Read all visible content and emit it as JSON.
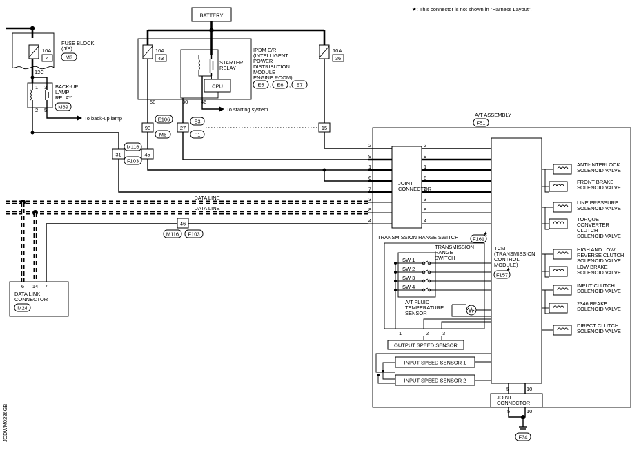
{
  "note": "★: This connector is not shown in \"Harness Layout\".",
  "battery": "BATTERY",
  "fuse_block": {
    "l1": "FUSE BLOCK",
    "l2": "(J/B)",
    "fuse_rating": "10A",
    "fuse_no": "4",
    "conn": "M3",
    "pin": "12C"
  },
  "ipdm": {
    "l1": "IPDM E/R",
    "l2": "(INTELLIGENT",
    "l3": "POWER",
    "l4": "DISTRIBUTION",
    "l5": "MODULE",
    "l6": "ENGINE ROOM)",
    "conn1": "E5",
    "conn2": "E6",
    "conn3": "E7",
    "fuse1_rating": "10A",
    "fuse1_no": "43",
    "fuse2_rating": "10A",
    "fuse2_no": "36",
    "relay_l1": "STARTER",
    "relay_l2": "RELAY",
    "cpu": "CPU",
    "pin58": "58",
    "pin30": "30",
    "pin46": "46",
    "to_starting": "To starting system"
  },
  "backup_relay": {
    "l1": "BACK-UP",
    "l2": "LAMP",
    "l3": "RELAY",
    "conn": "M69",
    "pin1": "1",
    "pin2": "2",
    "pin3": "3",
    "pin5": "5",
    "to_lamp": "To back-up lamp"
  },
  "intermediate": {
    "pin93": "93",
    "pin27": "27",
    "pin15": "15",
    "pin31": "31",
    "pin45": "45",
    "pin46": "46",
    "c_e106": "E106",
    "c_m6": "M6",
    "c_e3": "E3",
    "c_f1": "F1",
    "c_m116": "M116",
    "c_f103": "F103",
    "c_m116b": "M116",
    "c_f103b": "F103"
  },
  "data_lines": [
    "DATA LINE",
    "DATA LINE"
  ],
  "at_assembly": {
    "title": "A/T ASSEMBLY",
    "conn": "F51",
    "pins": [
      "2",
      "9",
      "1",
      "6",
      "7",
      "3",
      "8",
      "4"
    ]
  },
  "joint_connector": {
    "l1": "JOINT",
    "l2": "CONNECTOR"
  },
  "joint_connector2": {
    "l1": "JOINT",
    "l2": "CONNECTOR",
    "pin5": "5",
    "pin10": "10",
    "ground": "F34"
  },
  "tcm": {
    "l1": "TCM",
    "l2": "(TRANSMISSION",
    "l3": "CONTROL",
    "l4": "MODULE)",
    "star": "★",
    "conn": "F157"
  },
  "solenoids": [
    {
      "l1": "ANTI-INTERLOCK",
      "l2": "SOLENOID VALVE"
    },
    {
      "l1": "FRONT BRAKE",
      "l2": "SOLENOID VALVE"
    },
    {
      "l1": "LINE PRESSURE",
      "l2": "SOLENOID VALVE"
    },
    {
      "l1": "TORQUE",
      "l2": "CONVERTER",
      "l3": "CLUTCH",
      "l4": "SOLENOID VALVE"
    },
    {
      "l1": "HIGH AND LOW",
      "l2": "REVERSE CLUTCH",
      "l3": "SOLENOID VALVE"
    },
    {
      "l1": "LOW BRAKE",
      "l2": "SOLENOID VALVE"
    },
    {
      "l1": "INPUT CLUTCH",
      "l2": "SOLENOID VALVE"
    },
    {
      "l1": "2346 BRAKE",
      "l2": "SOLENOID VALVE"
    },
    {
      "l1": "DIRECT CLUTCH",
      "l2": "SOLENOID VALVE"
    }
  ],
  "trs": {
    "outer": "TRANSMISSION RANGE SWITCH",
    "star": "★",
    "conn": "F161",
    "l1": "TRANSMISSION",
    "l2": "RANGE",
    "l3": "SWITCH",
    "switches": [
      "SW 1",
      "SW 2",
      "SW 3",
      "SW 4"
    ],
    "pin1": "1",
    "pin2": "2",
    "pin3": "3"
  },
  "fluid_temp": {
    "l1": "A/T FLUID",
    "l2": "TEMPERATURE",
    "l3": "SENSOR"
  },
  "output_speed": "OUTPUT SPEED SENSOR",
  "input_speed1": "INPUT SPEED SENSOR 1",
  "input_speed2": "INPUT SPEED SENSOR 2",
  "dlc": {
    "l1": "DATA LINK",
    "l2": "CONNECTOR",
    "conn": "M24",
    "pin6": "6",
    "pin14": "14",
    "pin7": "7"
  },
  "code": "JCDWM0236GB"
}
